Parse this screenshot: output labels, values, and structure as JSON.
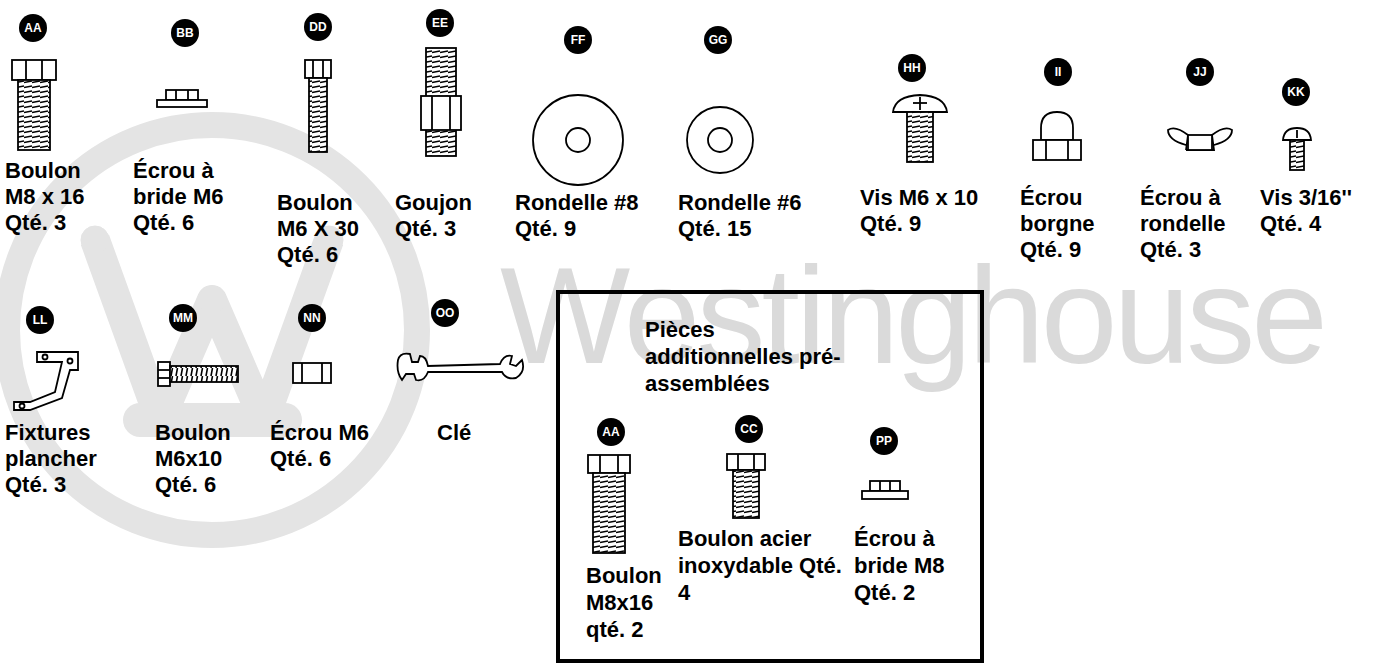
{
  "diagram": {
    "nodes": [
      {
        "text": [
          "Pièces additionnelles pré-assemblées",
          "AA",
          "Boulon M8x16 qté. 2",
          "CC",
          "Boulon acier inoxydable Qté. 4",
          "PP",
          "Écrou à bride M8 Qté. 2"
        ]
      }
    ],
    "labels": [
      "AA",
      "Boulon M8 x 16",
      "Qté. 3",
      "BB",
      "Écrou à bride M6",
      "Qté. 6",
      "DD",
      "Boulon M6 X 30",
      "Qté. 6",
      "EE",
      "Goujon",
      "Qté. 3",
      "FF",
      "Rondelle #8",
      "Qté. 9",
      "GG",
      "Rondelle #6",
      "Qté. 15",
      "HH",
      "Vis M6 x 10",
      "Qté. 9",
      "II",
      "Écrou borgne",
      "Qté. 9",
      "JJ",
      "Écrou à rondelle",
      "Qté. 3",
      "KK",
      "Vis 3/16''",
      "Qté. 4",
      "LL",
      "Fixtures plancher",
      "Qté. 3",
      "MM",
      "Boulon M6x10",
      "Qté. 6",
      "NN",
      "Écrou M6",
      "Qté. 6",
      "OO",
      "Clé",
      "Westinghouse"
    ]
  }
}
